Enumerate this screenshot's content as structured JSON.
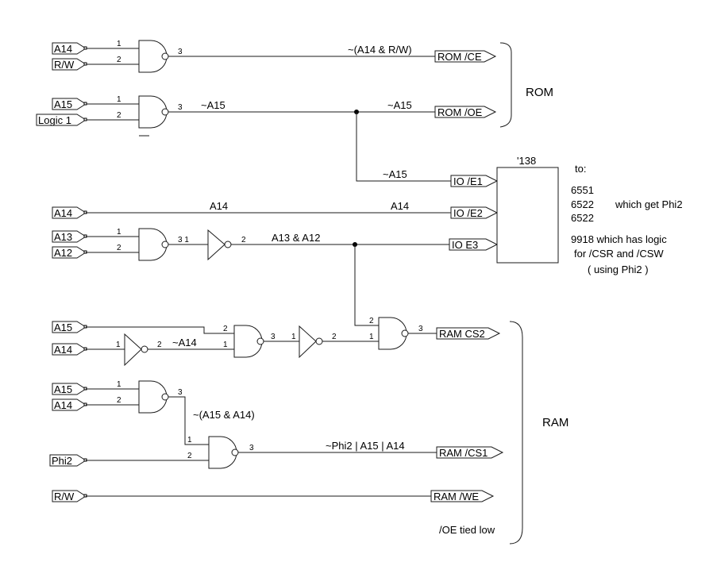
{
  "inputs": {
    "a14_rom": "A14",
    "rw_rom": "R/W",
    "a15_rom": "A15",
    "logic1": "Logic 1",
    "a14_io": "A14",
    "a13": "A13",
    "a12": "A12",
    "a15_ram1": "A15",
    "a14_ram1": "A14",
    "a15_ram2": "A15",
    "a14_ram2": "A14",
    "phi2": "Phi2",
    "rw_ram": "R/W"
  },
  "outputs": {
    "rom_ce": "ROM /CE",
    "rom_oe": "ROM /OE",
    "io_e1": "IO /E1",
    "io_e2": "IO /E2",
    "io_e3": "IO  E3",
    "ram_cs2": "RAM CS2",
    "ram_cs1": "RAM /CS1",
    "ram_we": "RAM /WE"
  },
  "nets": {
    "rom_ce": "~(A14 & R/W)",
    "na15": "~A15",
    "na15_oe": "~A15",
    "na15_e1": "~A15",
    "a14_top": "A14",
    "a14_right": "A14",
    "a13a12": "A13 & A12",
    "na14": "~A14",
    "na15a14": "~(A15 & A14)",
    "cs1": "~Phi2 | A15 | A14"
  },
  "pins": {
    "p1": "1",
    "p2": "2",
    "p3": "3",
    "p31": "3 1"
  },
  "decoder": {
    "label": "'138"
  },
  "groups": {
    "rom": "ROM",
    "ram": "RAM",
    "oe_note": "/OE tied low"
  },
  "notes": {
    "to": "to:",
    "chip1": "6551",
    "chip2": "6522",
    "chip3": "6522",
    "phi2_note": "which get Phi2",
    "line1": "9918 which has logic",
    "line2": "for /CSR and /CSW",
    "line3": "( using Phi2 )"
  }
}
